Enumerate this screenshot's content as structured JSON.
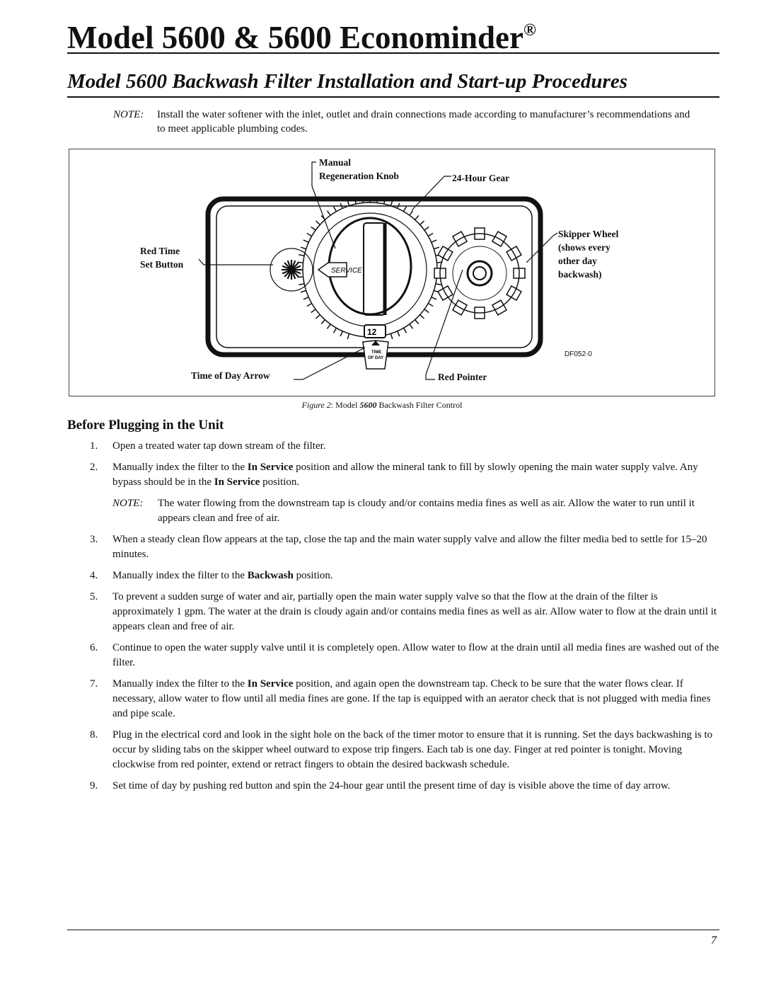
{
  "header": {
    "title": "Model 5600 & 5600 Econominder",
    "title_mark": "®",
    "subtitle": "Model 5600 Backwash Filter Installation and Start-up Procedures"
  },
  "intro_note": {
    "label": "NOTE:",
    "text": "Install the water softener with the inlet, outlet and drain connections made according to manufacturer’s recommendations and to meet applicable plumbing codes."
  },
  "figure": {
    "labels": {
      "manual_line1": "Manual",
      "manual_line2": "Regeneration Knob",
      "gear": "24-Hour Gear",
      "skipper_line1": "Skipper Wheel",
      "skipper_line2": "(shows every",
      "skipper_line3": "other day",
      "skipper_line4": "backwash)",
      "red_time_line1": "Red Time",
      "red_time_line2": "Set   Button",
      "time_arrow": "Time of Day Arrow",
      "red_pointer": "Red Pointer",
      "code": "DF052-0",
      "service": "SERVICE",
      "twelve": "12",
      "time_of_day_1": "TIME",
      "time_of_day_2": "OF DAY"
    },
    "caption": {
      "prefix": "Figure 2",
      "sep": ": Model ",
      "model": "5600",
      "suffix": " Backwash Filter Control"
    }
  },
  "section": {
    "heading": "Before Plugging in the Unit",
    "steps": [
      {
        "num": "1.",
        "parts": [
          "Open a treated water tap down stream of the filter."
        ]
      },
      {
        "num": "2.",
        "parts": [
          "Manually index the filter to the ",
          "In Service",
          " position and allow the mineral tank to fill by slowly opening the main water supply valve. Any bypass should be in the ",
          "In Service",
          " position."
        ]
      },
      {
        "num": "3.",
        "parts": [
          "When a steady clean flow appears at the tap, close the tap and the main water supply valve and allow the filter media bed to settle for 15–20 minutes."
        ]
      },
      {
        "num": "4.",
        "parts": [
          "Manually index the filter to the ",
          "Backwash",
          " position."
        ]
      },
      {
        "num": "5.",
        "parts": [
          "To prevent a sudden surge of water and air, partially open the main water supply valve so that the flow at the drain of the filter is approximately 1 gpm. The water at the drain is cloudy again and/or contains media fines as well as air. Allow water to flow at the drain until it appears clean and free of air."
        ]
      },
      {
        "num": "6.",
        "parts": [
          "Continue to open the water supply valve until it is completely open. Allow water to flow at the drain until all media fines are washed out of the filter."
        ]
      },
      {
        "num": "7.",
        "parts": [
          "Manually index the filter to the ",
          "In Service",
          " position, and again open the downstream tap. Check to be sure that the water flows clear. If necessary, allow water to flow until all media fines are gone. If the tap is equipped with an aerator check that is not plugged with media fines and pipe scale."
        ]
      },
      {
        "num": "8.",
        "parts": [
          "Plug in the electrical cord and look in the sight hole on the back of the timer motor to ensure that it is running. Set the days backwashing is to occur by sliding tabs on the skipper wheel outward to expose trip fingers. Each tab is one day. Finger at red pointer is tonight. Moving clockwise from red pointer, extend or retract fingers to obtain the desired backwash schedule."
        ]
      },
      {
        "num": "9.",
        "parts": [
          "Set time of day by pushing red button and spin the 24-hour gear until the present time of day is visible above the time of day arrow."
        ]
      }
    ],
    "step2_note": {
      "label": "NOTE:",
      "text": "The water flowing from the downstream tap is cloudy and/or contains media fines as well as air. Allow the water to run until it appears clean and free of air."
    }
  },
  "footer": {
    "page_number": "7"
  }
}
